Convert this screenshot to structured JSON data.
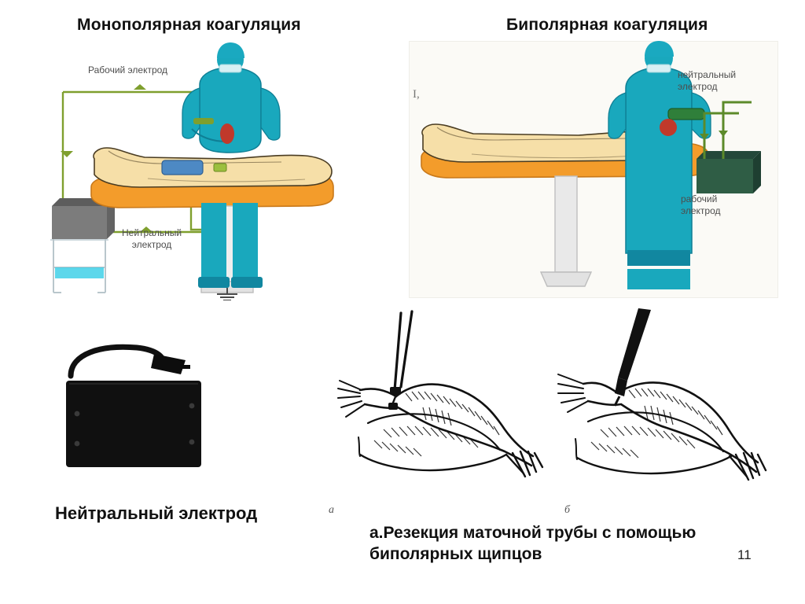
{
  "slide": {
    "page_number": "11",
    "background_color": "#ffffff",
    "artifact_mark": "I,"
  },
  "titles": {
    "monopolar": "Монополярная коагуляция",
    "bipolar": "Биполярная коагуляция"
  },
  "panels": {
    "monopolar": {
      "name": "monopolar-coagulation-diagram",
      "labels": {
        "working_electrode": "Рабочий электрод",
        "neutral_electrode": "Нейтральный\nэлектрод"
      },
      "colors": {
        "scrubs": "#19a8bd",
        "scrubs_dark": "#1187a0",
        "skin": "#f6dfa8",
        "table": "#f39c2b",
        "wire": "#7f9f2e",
        "generator": "#7c7c7c",
        "cart_shelf": "#3fd0e8"
      }
    },
    "bipolar": {
      "name": "bipolar-coagulation-diagram",
      "labels": {
        "neutral_electrode": "нейтральный\nэлектрод",
        "working_electrode": "рабочий\nэлектрод"
      },
      "colors": {
        "scrubs": "#19a8bd",
        "skin": "#f6dfa8",
        "table": "#f39c2b",
        "wire": "#5c8a2a",
        "generator": "#2f5d45",
        "panel_bg": "#fbfaf6"
      }
    }
  },
  "figures": {
    "neutral_pad": {
      "name": "neutral-electrode-photo",
      "caption": "Нейтральный электрод",
      "color": "#101010"
    },
    "drawing_a": {
      "name": "tube-resection-drawing-a",
      "letter": "а"
    },
    "drawing_b": {
      "name": "tube-resection-drawing-b",
      "letter": "б"
    },
    "procedure_caption": "а.Резекция маточной трубы с помощью биполярных щипцов"
  }
}
